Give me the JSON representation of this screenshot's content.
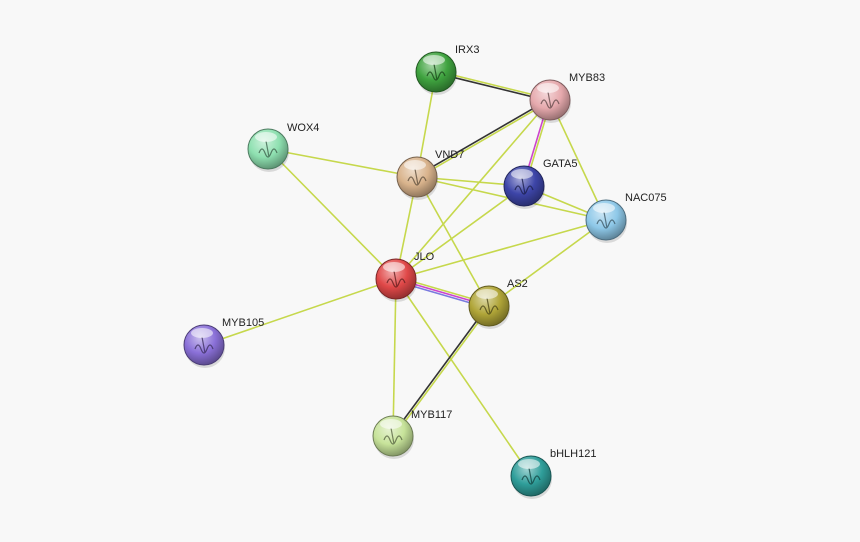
{
  "colors": {
    "background": "#f8f8f8",
    "textmining": "#c6d84c",
    "coexpression": "#333333",
    "experimental": "#cc44cc",
    "database": "#7a7adf"
  },
  "nodes": [
    {
      "id": "IRX3",
      "label": "IRX3",
      "color": "#3fa33f"
    },
    {
      "id": "MYB83",
      "label": "MYB83",
      "color": "#e6a9ad"
    },
    {
      "id": "WOX4",
      "label": "WOX4",
      "color": "#8ee0b0"
    },
    {
      "id": "VND7",
      "label": "VND7",
      "color": "#d9b38c"
    },
    {
      "id": "GATA5",
      "label": "GATA5",
      "color": "#3d45a8"
    },
    {
      "id": "NAC075",
      "label": "NAC075",
      "color": "#8ec8e8"
    },
    {
      "id": "JLO",
      "label": "JLO",
      "color": "#e04848"
    },
    {
      "id": "AS2",
      "label": "AS2",
      "color": "#b0a538"
    },
    {
      "id": "MYB105",
      "label": "MYB105",
      "color": "#8a70d8"
    },
    {
      "id": "MYB117",
      "label": "MYB117",
      "color": "#c7e39a"
    },
    {
      "id": "bHLH121",
      "label": "bHLH121",
      "color": "#2f9e9a"
    }
  ],
  "edges": [
    {
      "from": "IRX3",
      "to": "MYB83",
      "types": [
        "textmining",
        "coexpression"
      ]
    },
    {
      "from": "IRX3",
      "to": "VND7",
      "types": [
        "textmining"
      ]
    },
    {
      "from": "MYB83",
      "to": "VND7",
      "types": [
        "textmining",
        "coexpression"
      ]
    },
    {
      "from": "MYB83",
      "to": "GATA5",
      "types": [
        "textmining",
        "experimental"
      ]
    },
    {
      "from": "MYB83",
      "to": "NAC075",
      "types": [
        "textmining"
      ]
    },
    {
      "from": "MYB83",
      "to": "JLO",
      "types": [
        "textmining"
      ]
    },
    {
      "from": "WOX4",
      "to": "VND7",
      "types": [
        "textmining"
      ]
    },
    {
      "from": "WOX4",
      "to": "JLO",
      "types": [
        "textmining"
      ]
    },
    {
      "from": "VND7",
      "to": "GATA5",
      "types": [
        "textmining"
      ]
    },
    {
      "from": "VND7",
      "to": "NAC075",
      "types": [
        "textmining"
      ]
    },
    {
      "from": "VND7",
      "to": "JLO",
      "types": [
        "textmining"
      ]
    },
    {
      "from": "VND7",
      "to": "AS2",
      "types": [
        "textmining"
      ]
    },
    {
      "from": "GATA5",
      "to": "NAC075",
      "types": [
        "textmining"
      ]
    },
    {
      "from": "GATA5",
      "to": "JLO",
      "types": [
        "textmining"
      ]
    },
    {
      "from": "NAC075",
      "to": "JLO",
      "types": [
        "textmining"
      ]
    },
    {
      "from": "NAC075",
      "to": "AS2",
      "types": [
        "textmining"
      ]
    },
    {
      "from": "JLO",
      "to": "AS2",
      "types": [
        "textmining",
        "experimental",
        "database"
      ]
    },
    {
      "from": "JLO",
      "to": "MYB105",
      "types": [
        "textmining"
      ]
    },
    {
      "from": "JLO",
      "to": "MYB117",
      "types": [
        "textmining"
      ]
    },
    {
      "from": "JLO",
      "to": "bHLH121",
      "types": [
        "textmining"
      ]
    },
    {
      "from": "AS2",
      "to": "MYB117",
      "types": [
        "textmining",
        "coexpression"
      ]
    }
  ]
}
